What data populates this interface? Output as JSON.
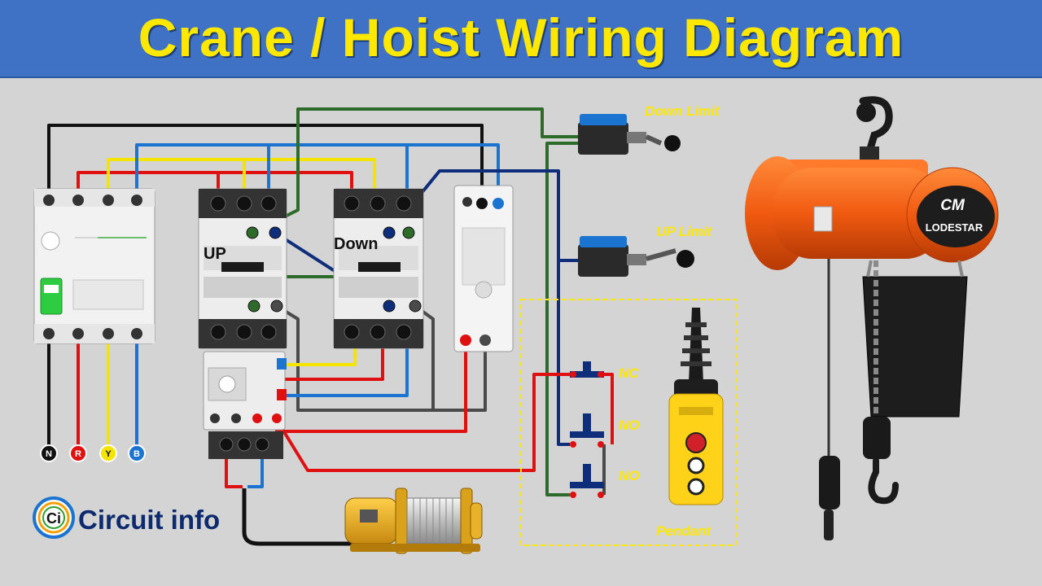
{
  "header": {
    "title": "Crane / Hoist Wiring Diagram"
  },
  "labels": {
    "down_limit": "Down Limit",
    "up_limit": "UP Limit",
    "pendant": "Pendant",
    "nc": "NC",
    "no1": "NO",
    "no2": "NO",
    "contactor_up": "UP",
    "contactor_down": "Down"
  },
  "terminals": {
    "n": "N",
    "r": "R",
    "y": "Y",
    "b": "B"
  },
  "branding": {
    "logo_mark": "Ci",
    "name": "Circuit info"
  },
  "hoist_brand": {
    "line1": "CM",
    "line2": "LODESTAR"
  },
  "wire_colors": {
    "black": "#111111",
    "red": "#e01010",
    "yellow": "#f5e400",
    "blue": "#1b74d0",
    "green": "#2e6b2a",
    "navy": "#0e2d7a",
    "grey": "#4a4a4a"
  }
}
